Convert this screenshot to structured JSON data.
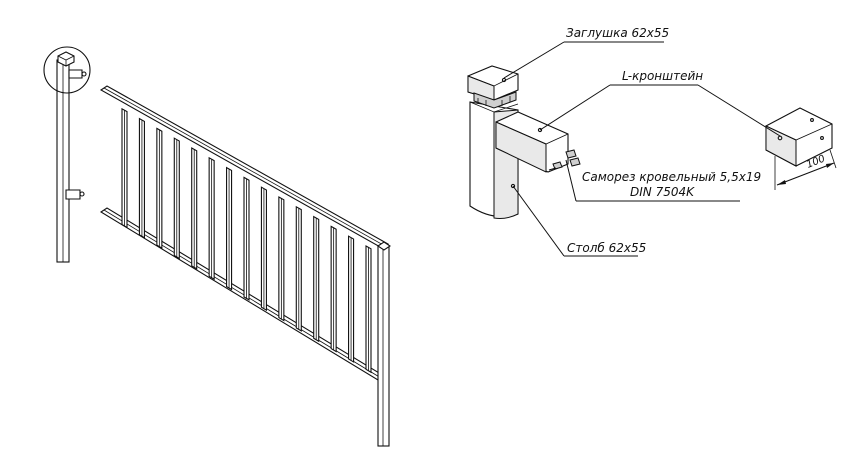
{
  "labels": {
    "cap": "Заглушка 62х55",
    "bracket": "L-кронштейн",
    "screw_line1": "Саморез кровельный 5,5х19",
    "screw_line2": "DIN 7504K",
    "post": "Столб 62х55",
    "dimension": "100"
  }
}
